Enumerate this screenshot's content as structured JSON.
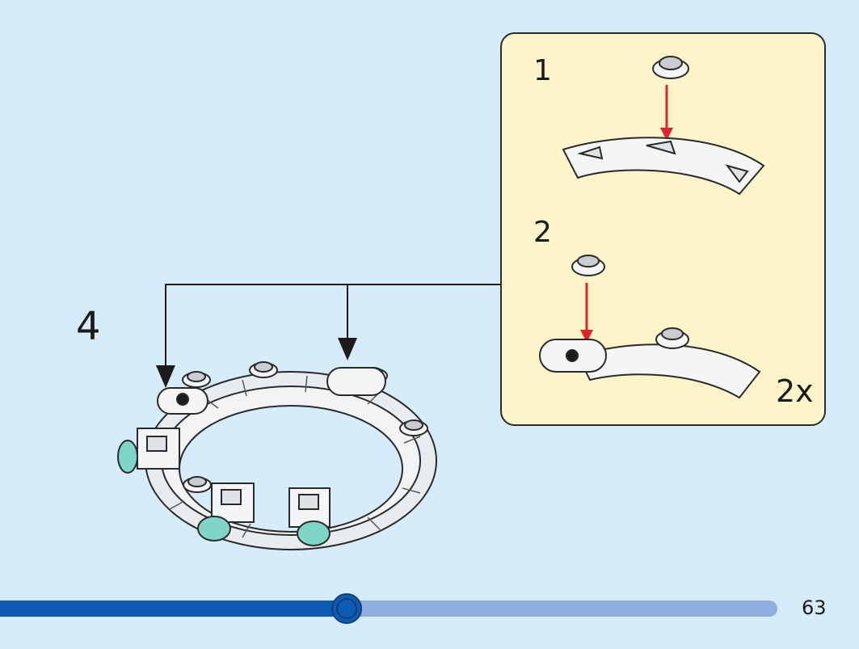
{
  "instruction": {
    "step_number": "4",
    "substeps": [
      {
        "number": "1"
      },
      {
        "number": "2"
      }
    ],
    "multiplier": "2x"
  },
  "progress": {
    "value": 0.42
  },
  "page_number": "63",
  "colors": {
    "background": "#d6ecfb",
    "callout_background": "#fdf4c9",
    "progress_fill": "#0d5bb5",
    "progress_track": "#8faee0",
    "arrow_red": "#e0242b",
    "trans_stud": "#7fd6c8"
  }
}
